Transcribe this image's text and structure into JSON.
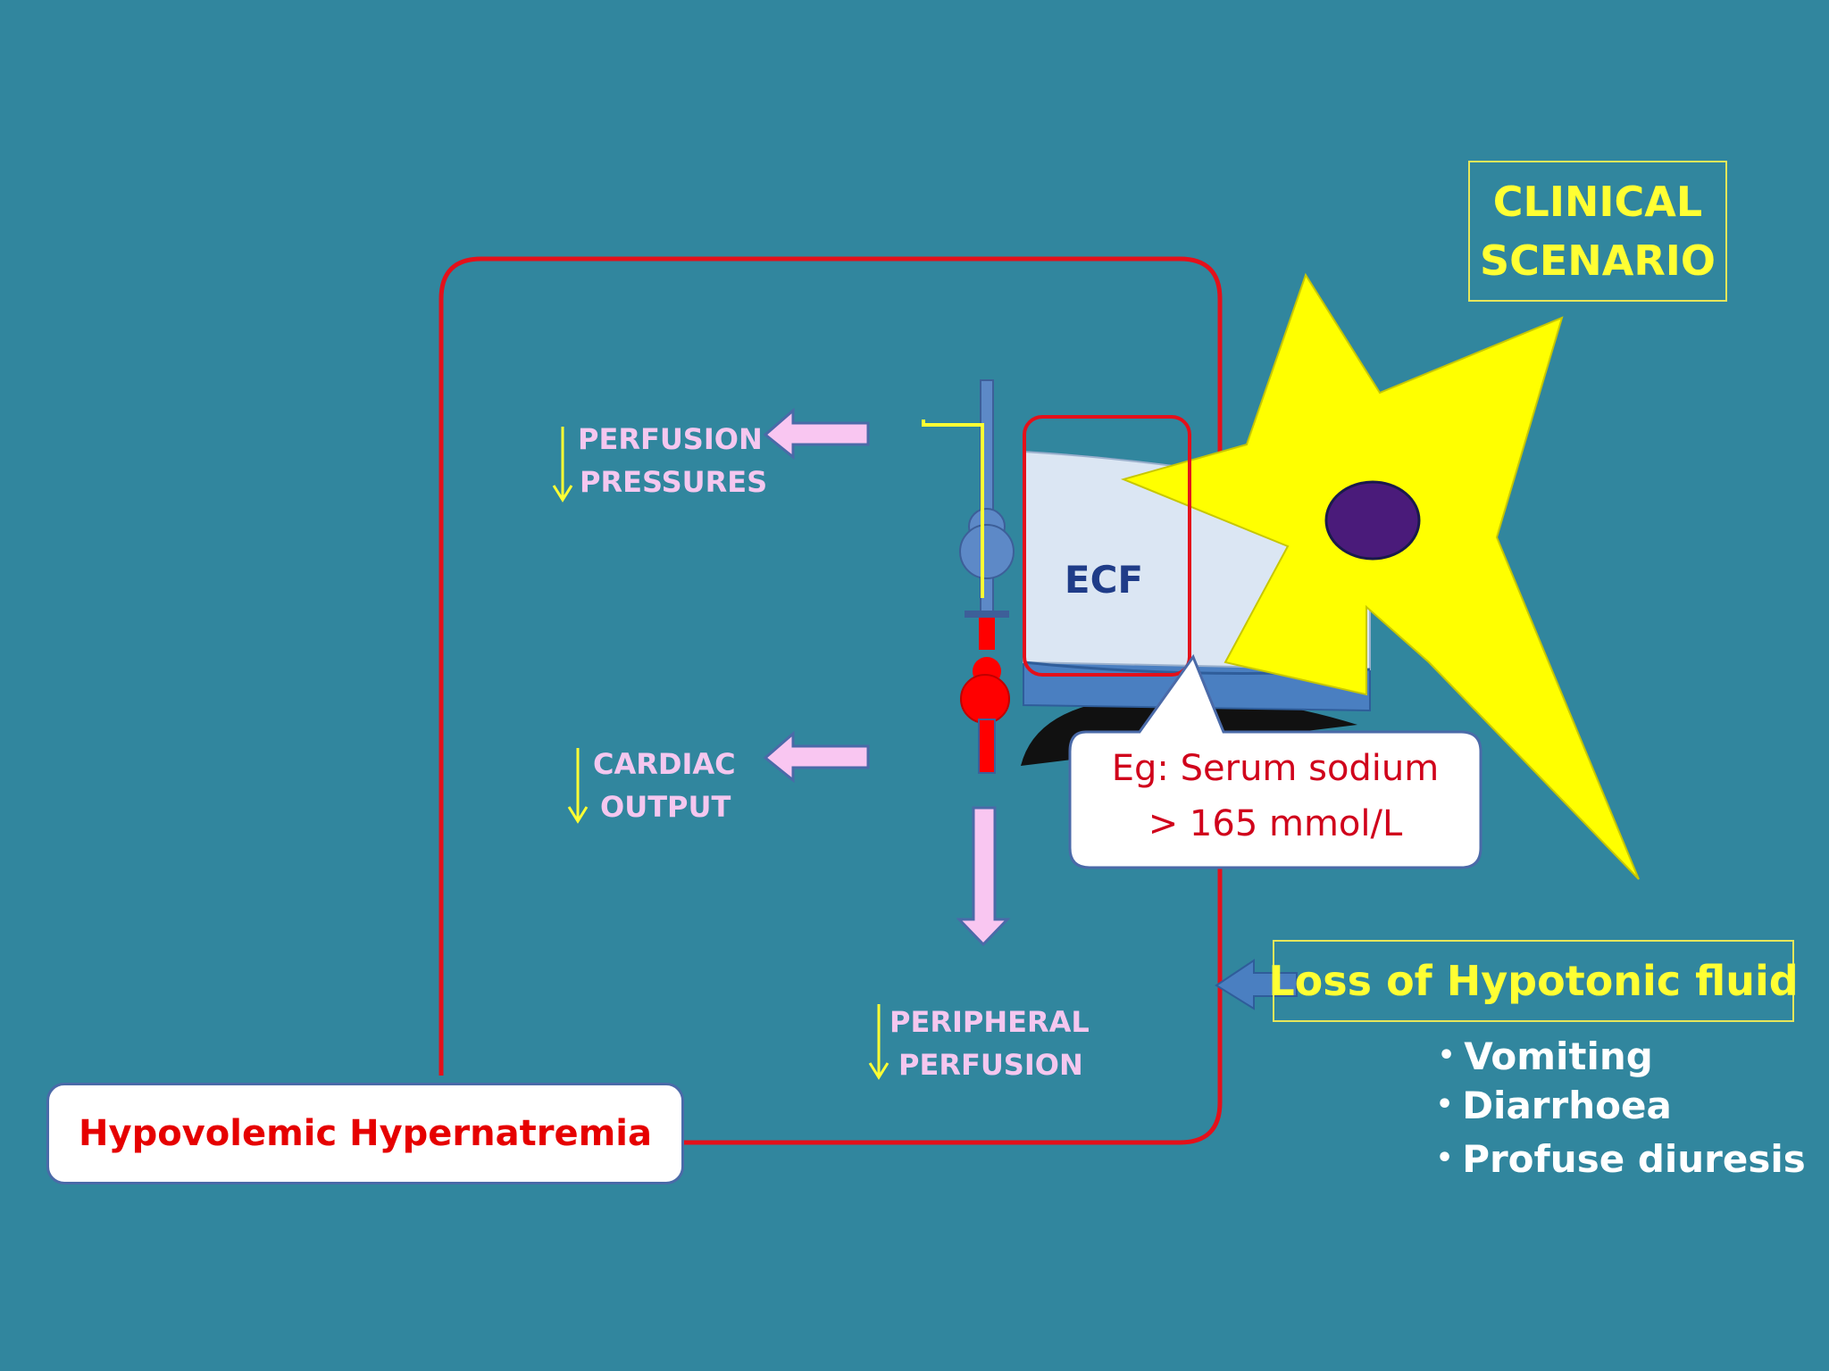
{
  "clinical_scenario": {
    "line1": "CLINICAL",
    "line2": "SCENARIO"
  },
  "effects": {
    "perfusion_pressures": {
      "line1": "PERFUSION",
      "line2": "PRESSURES",
      "trend": "decrease"
    },
    "cardiac_output": {
      "line1": "CARDIAC",
      "line2": "OUTPUT",
      "trend": "decrease"
    },
    "peripheral_perfusion": {
      "line1": "PERIPHERAL",
      "line2": "PERFUSION",
      "trend": "decrease"
    }
  },
  "ecf_label": "ECF",
  "callout": {
    "line1": "Eg: Serum sodium",
    "line2": "> 165 mmol/L"
  },
  "loss": {
    "title": "Loss of Hypotonic fluid",
    "causes": [
      "Vomiting",
      "Diarrhoea",
      "Profuse diuresis"
    ]
  },
  "condition_label": "Hypovolemic Hypernatremia",
  "colors": {
    "background": "#31869e",
    "frame": "#e4101a",
    "effect_text": "#f4c7ef",
    "effect_arrow": "#f9c6f1",
    "trend_arrow": "#ffff33",
    "star": "#ffff00",
    "nucleus": "#4a1b7a",
    "ecf_fill": "#dbe6f3",
    "ecf_base": "#4a7fc1",
    "callout_text": "#d0021b",
    "condition_text": "#e60000",
    "clinical_text": "#ffff33"
  }
}
